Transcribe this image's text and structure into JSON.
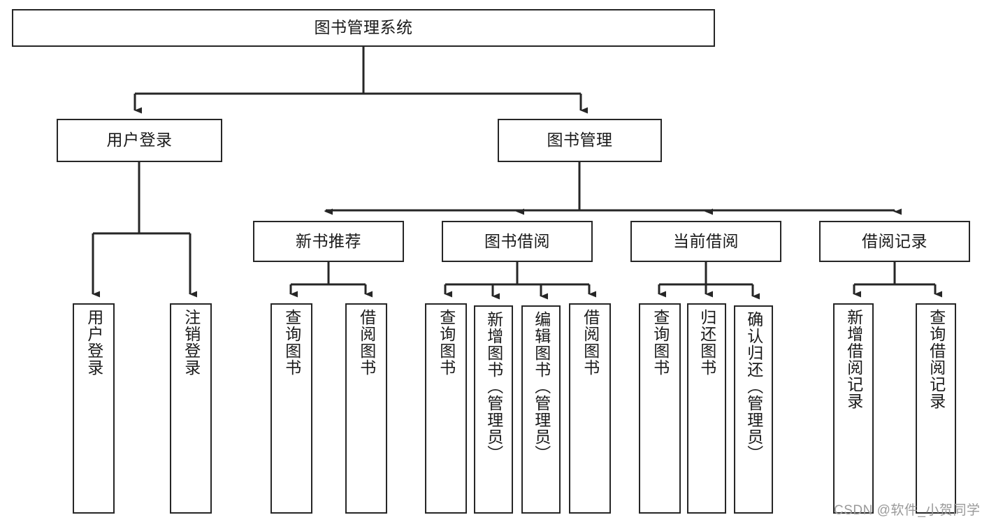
{
  "diagram": {
    "title": "图书管理系统",
    "type": "functional-decomposition-tree",
    "orientation": "top-down",
    "root": {
      "id": "root",
      "label": "图书管理系统"
    },
    "level2": [
      {
        "id": "user-login",
        "label": "用户登录"
      },
      {
        "id": "book-management",
        "label": "图书管理"
      }
    ],
    "level3": [
      {
        "id": "new-book-recommend",
        "label": "新书推荐",
        "parent": "book-management"
      },
      {
        "id": "book-borrow",
        "label": "图书借阅",
        "parent": "book-management"
      },
      {
        "id": "current-borrow",
        "label": "当前借阅",
        "parent": "book-management"
      },
      {
        "id": "borrow-record",
        "label": "借阅记录",
        "parent": "book-management"
      }
    ],
    "leaves": [
      {
        "id": "leaf-user-login",
        "label": "用户登录",
        "parent": "user-login"
      },
      {
        "id": "leaf-user-logout",
        "label": "注销登录",
        "parent": "user-login"
      },
      {
        "id": "leaf-query-book-1",
        "label": "查询图书",
        "parent": "new-book-recommend"
      },
      {
        "id": "leaf-borrow-book-1",
        "label": "借阅图书",
        "parent": "new-book-recommend"
      },
      {
        "id": "leaf-query-book-2",
        "label": "查询图书",
        "parent": "book-borrow"
      },
      {
        "id": "leaf-add-book",
        "label": "新增图书（管理员）",
        "parent": "book-borrow"
      },
      {
        "id": "leaf-edit-book",
        "label": "编辑图书（管理员）",
        "parent": "book-borrow"
      },
      {
        "id": "leaf-borrow-book-2",
        "label": "借阅图书",
        "parent": "book-borrow"
      },
      {
        "id": "leaf-query-book-3",
        "label": "查询图书",
        "parent": "current-borrow"
      },
      {
        "id": "leaf-return-book",
        "label": "归还图书",
        "parent": "current-borrow"
      },
      {
        "id": "leaf-confirm-return",
        "label": "确认归还（管理员）",
        "parent": "current-borrow"
      },
      {
        "id": "leaf-add-record",
        "label": "新增借阅记录",
        "parent": "borrow-record"
      },
      {
        "id": "leaf-query-record",
        "label": "查询借阅记录",
        "parent": "borrow-record"
      }
    ],
    "colors": {
      "stroke": "#262626",
      "fill": "#ffffff",
      "text": "#1a1a1a",
      "watermark": "#9a9a9a"
    }
  },
  "watermark": {
    "text": "CSDN @软件_小贺同学"
  }
}
